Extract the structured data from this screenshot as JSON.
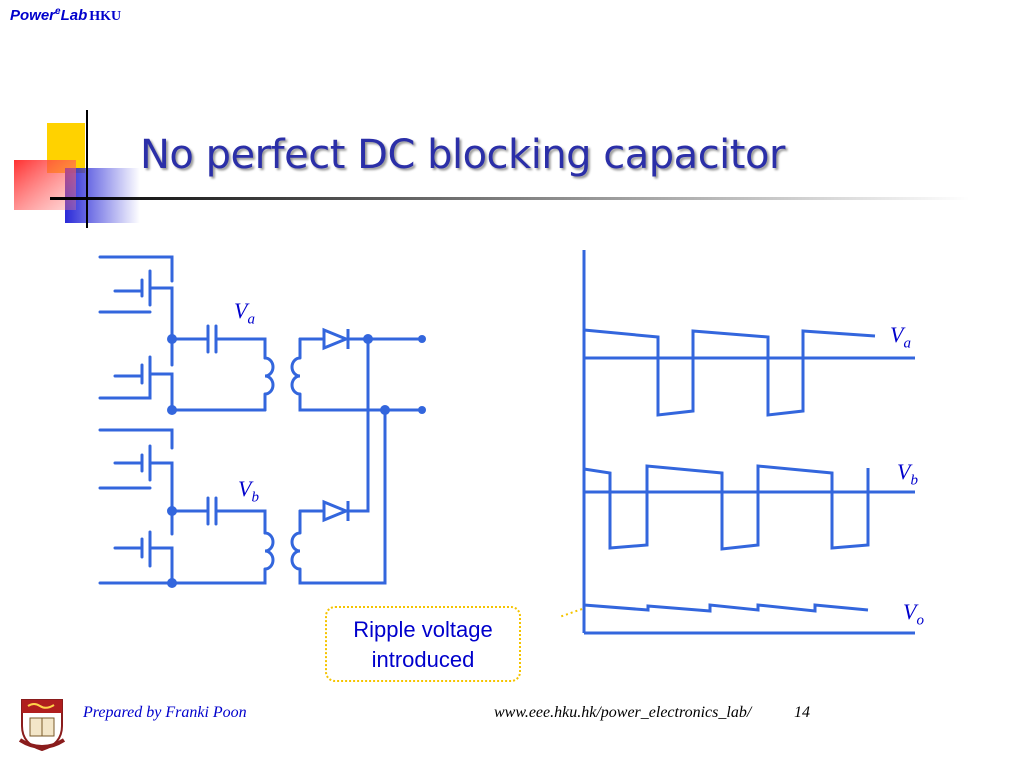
{
  "brand": {
    "name": "Power",
    "superscript": "e",
    "suffix": "Lab",
    "org": "HKU"
  },
  "title": "No perfect DC blocking capacitor",
  "circuit_labels": {
    "va": {
      "main": "V",
      "sub": "a"
    },
    "vb": {
      "main": "V",
      "sub": "b"
    }
  },
  "waveform_labels": {
    "va": {
      "main": "V",
      "sub": "a"
    },
    "vb": {
      "main": "V",
      "sub": "b"
    },
    "vo": {
      "main": "V",
      "sub": "o"
    }
  },
  "callout": {
    "line1": "Ripple voltage",
    "line2": "introduced"
  },
  "footer": {
    "prepared_by": "Prepared by Franki Poon",
    "url": "www.eee.hku.hk/power_electronics_lab/",
    "page": "14"
  },
  "colors": {
    "circuit": "#3366dd",
    "title": "#2b2fa8",
    "label": "#0000cc",
    "callout_border": "#f5c400"
  }
}
